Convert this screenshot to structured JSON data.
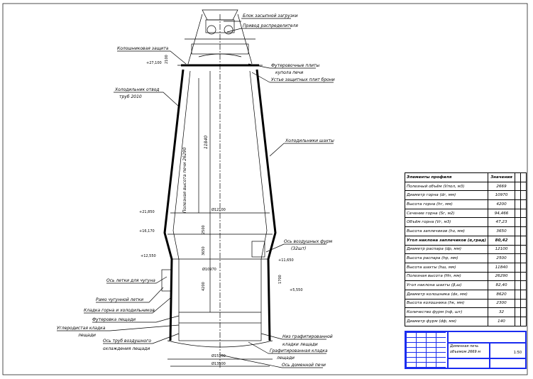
{
  "labels": {
    "charging_block": "Блок засыпной загрузки",
    "distributor_drive": "Привод распределителя",
    "top_protection": "Колошниковая защита",
    "lining_plates_1": "Футеровочные плиты",
    "lining_plates_2": "купола печи",
    "protective_plates": "Устье защитных плит брони",
    "coolers_offtake_1": "Холодильник отвод",
    "coolers_offtake_2": "труб 2010",
    "shaft_coolers": "Холодильники шахты",
    "useful_height": "Полезная высота печи 26290",
    "shaft_height": "11840",
    "tuyere_axis_1": "Ось воздушных фурм",
    "tuyere_axis_2": "(32шт)",
    "taphole_axis": "Ось летки для чугуна",
    "taphole_frame": "Рамо чугунной летки",
    "hearth_masonry": "Кладка горна и холодильников",
    "hearth_lining": "Футеровка лещади",
    "carbon_masonry_1": "Углеродистая кладка",
    "carbon_masonry_2": "лещади",
    "air_pipes_1": "Ось труб воздушного",
    "air_pipes_2": "охлаждения лещади",
    "graphite_bottom_1": "Низ графитированной",
    "graphite_bottom_2": "кладки лещади",
    "graphite_masonry_1": "Графитированная кладка",
    "graphite_masonry_2": "лещади",
    "furnace_axis": "Ось доменной печи"
  },
  "dimensions": {
    "d_belly": "Ø12100",
    "d_hearth": "Ø10970",
    "h_hearth": "4200",
    "h_belly": "2500",
    "h_bosh": "3650",
    "top_gap": "2100",
    "tap_gap": "1700",
    "el_top": "+27,100",
    "el_1": "+21,850",
    "el_2": "+16,170",
    "el_3": "+12,550",
    "el_4": "+11,650",
    "el_5": "+5,550",
    "bottom_1": "Ø15100",
    "bottom_2": "Ø13500"
  },
  "spec_table": {
    "header": [
      "Элементы профиля",
      "Значения"
    ],
    "rows": [
      [
        "Полезный объём (Vпол, м3)",
        "2669"
      ],
      [
        "Диаметр горна (dг, мм)",
        "10970"
      ],
      [
        "Высота горна (hг, мм)",
        "4200"
      ],
      [
        "Сечение горна (Sг, м2)",
        "94,466"
      ],
      [
        "Объём горна (Vг, м3)",
        "47,23"
      ],
      [
        "Высота заплечиков (hз, мм)",
        "3650"
      ],
      [
        "Угол наклона заплечиков (α,град)",
        "80,42"
      ],
      [
        "Диаметр распара (dр, мм)",
        "12100"
      ],
      [
        "Высота распара (hр, мм)",
        "2500"
      ],
      [
        "Высота шахты (hш, мм)",
        "11840"
      ],
      [
        "Полезная высота (Hп, мм)",
        "26290"
      ],
      [
        "Угол наклона шахты (β,ш)",
        "82,40"
      ],
      [
        "Диаметр колошника (dк, мм)",
        "8620"
      ],
      [
        "Высота колошника (hк, мм)",
        "2300"
      ],
      [
        "Количество фурм (nф, шт)",
        "32"
      ],
      [
        "Диаметр фурм (dф, мм)",
        "140"
      ]
    ]
  },
  "title_block": {
    "caption_1": "Доменная печь",
    "caption_2": "объемом 2669 м",
    "scale": "1:50"
  }
}
